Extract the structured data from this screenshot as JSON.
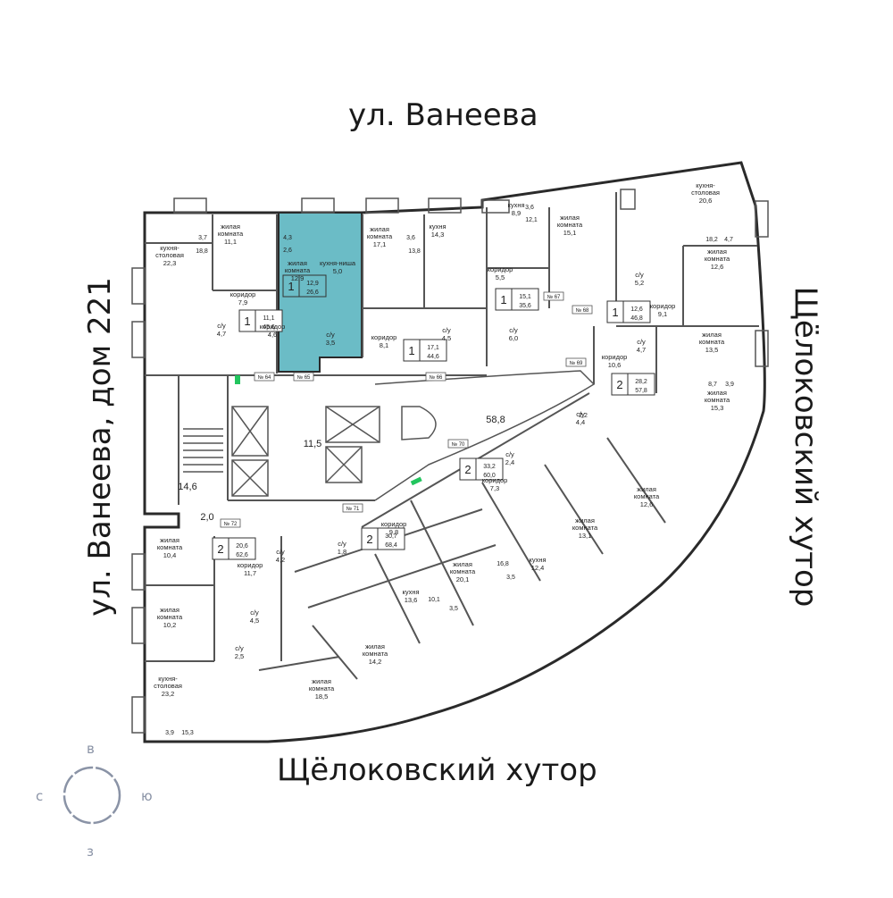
{
  "streets": {
    "top": "ул. Ванеева",
    "bottom": "Щёлоковский хутор",
    "left": "ул. Ванеева, дом 221",
    "right": "Щёлоковский хутор"
  },
  "colors": {
    "highlight_fill": "#6bbcc6",
    "wall": "#2a2a2a",
    "thin_line": "#555555",
    "compass": "#8a93a6",
    "green_marker": "#22c55e"
  },
  "compass": {
    "north": "в",
    "south": "з",
    "west": "с",
    "east": "ю"
  },
  "highlighted_apartment": {
    "rooms": "1",
    "living": "12,9",
    "total": "26,6",
    "number": "№ 65"
  },
  "apartment_markers": [
    {
      "rooms": "1",
      "living": "11,1",
      "total": "45,6"
    },
    {
      "rooms": "1",
      "living": "12,9",
      "total": "26,6"
    },
    {
      "rooms": "1",
      "living": "17,1",
      "total": "44,6"
    },
    {
      "rooms": "1",
      "living": "15,1",
      "total": "35,6"
    },
    {
      "rooms": "1",
      "living": "12,6",
      "total": "46,8"
    },
    {
      "rooms": "2",
      "living": "28,2",
      "total": "57,8"
    },
    {
      "rooms": "2",
      "living": "33,2",
      "total": "60,0"
    },
    {
      "rooms": "2",
      "living": "30,7",
      "total": "68,4"
    },
    {
      "rooms": "2",
      "living": "20,6",
      "total": "62,6"
    }
  ],
  "apartment_numbers": [
    "№ 64",
    "№ 65",
    "№ 66",
    "№ 67",
    "№ 68",
    "№ 69",
    "№ 70",
    "№ 71",
    "№ 72"
  ],
  "room_labels": [
    {
      "name": "жилая\nкомната",
      "area": "11,1"
    },
    {
      "name": "кухня-\nстоловая",
      "area": "22,3"
    },
    {
      "name": "коридор",
      "area": "7,9"
    },
    {
      "name": "с/у",
      "area": "4,7"
    },
    {
      "name": "жилая\nкомната",
      "area": "12,9"
    },
    {
      "name": "кухня-ниша",
      "area": "5,0"
    },
    {
      "name": "коридор",
      "area": "4,6"
    },
    {
      "name": "с/у",
      "area": "3,5"
    },
    {
      "name": "жилая\nкомната",
      "area": "17,1"
    },
    {
      "name": "кухня",
      "area": "14,3"
    },
    {
      "name": "коридор",
      "area": "8,1"
    },
    {
      "name": "с/у",
      "area": "4,5"
    },
    {
      "name": "кухня",
      "area": "8,9"
    },
    {
      "name": "жилая\nкомната",
      "area": "15,1"
    },
    {
      "name": "коридор",
      "area": "5,5"
    },
    {
      "name": "с/у",
      "area": "6,0"
    },
    {
      "name": "кухня-\nстоловая",
      "area": "20,6"
    },
    {
      "name": "жилая\nкомната",
      "area": "12,6"
    },
    {
      "name": "с/у",
      "area": "5,2"
    },
    {
      "name": "коридор",
      "area": "9,1"
    },
    {
      "name": "жилая\nкомната",
      "area": "13,5"
    },
    {
      "name": "коридор",
      "area": "10,6"
    },
    {
      "name": "жилая\nкомната",
      "area": "15,3"
    },
    {
      "name": "с/у",
      "area": "4,7"
    },
    {
      "name": "с/у",
      "area": "4,4"
    },
    {
      "name": "с/у",
      "area": "2,4"
    },
    {
      "name": "коридор",
      "area": "7,3"
    },
    {
      "name": "жилая\nкомната",
      "area": "12,6"
    },
    {
      "name": "жилая\nкомната",
      "area": "13,1"
    },
    {
      "name": "кухня",
      "area": "12,4"
    },
    {
      "name": "коридор",
      "area": "9,8"
    },
    {
      "name": "жилая\nкомната",
      "area": "20,1"
    },
    {
      "name": "кухня",
      "area": "13,6"
    },
    {
      "name": "с/у",
      "area": "1,8"
    },
    {
      "name": "с/у",
      "area": "4,2"
    },
    {
      "name": "жилая\nкомната",
      "area": "14,2"
    },
    {
      "name": "жилая\nкомната",
      "area": "18,5"
    },
    {
      "name": "жилая\nкомната",
      "area": "10,4"
    },
    {
      "name": "коридор",
      "area": "11,7"
    },
    {
      "name": "жилая\nкомната",
      "area": "10,2"
    },
    {
      "name": "с/у",
      "area": "4,5"
    },
    {
      "name": "с/у",
      "area": "2,5"
    },
    {
      "name": "кухня-\nстоловая",
      "area": "23,2"
    }
  ],
  "small_areas": [
    "3,7",
    "18,8",
    "4,3",
    "2,6",
    "3,6",
    "13,8",
    "3,6",
    "12,1",
    "18,2",
    "4,7",
    "8,7",
    "3,9",
    "2,2",
    "16,8",
    "3,5",
    "10,1",
    "3,5",
    "3,9",
    "15,3"
  ],
  "common_areas": [
    "58,8",
    "11,5",
    "14,6",
    "2,0"
  ]
}
